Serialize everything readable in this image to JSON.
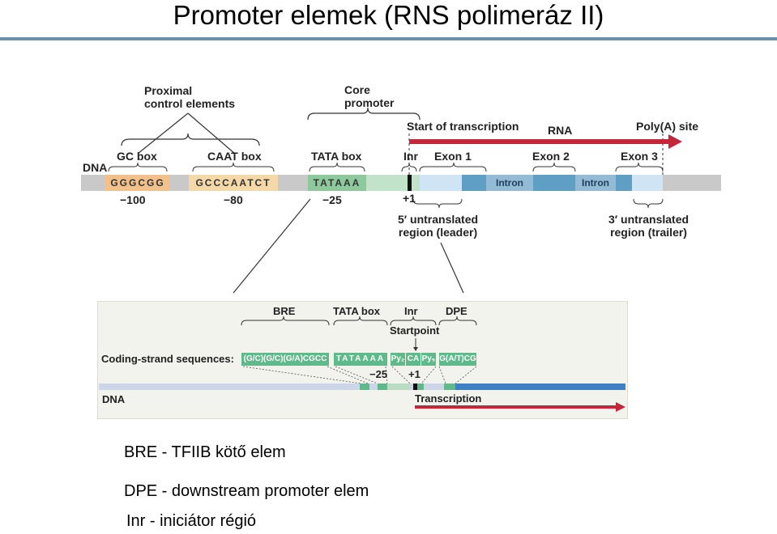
{
  "slide": {
    "title": "Promoter elemek  (RNS polimeráz II)",
    "notes": [
      "BRE - TFIIB kötő elem",
      "DPE - downstream promoter elem",
      "Inr - iniciátor régió"
    ]
  },
  "top_diagram": {
    "proximal_label": "Proximal\ncontrol elements",
    "core_label": "Core\npromoter",
    "start_label": "Start of transcription",
    "rna_label": "RNA",
    "polya_label": "Poly(A) site",
    "dna_label": "DNA",
    "gc_box": "GC box",
    "caat_box": "CAAT box",
    "tata_box": "TATA box",
    "inr": "Inr",
    "exon1": "Exon 1",
    "exon2": "Exon 2",
    "exon3": "Exon 3",
    "gc_seq": "GGGCGG",
    "caat_seq": "GCCCAATCT",
    "tata_seq": "TATAAA",
    "intron1": "Intron",
    "intron2": "Intron",
    "pos_gc": "−100",
    "pos_caat": "−80",
    "pos_tata": "−25",
    "pos_start": "+1",
    "utr5": "5′ untranslated\nregion (leader)",
    "utr3": "3′ untranslated\nregion (trailer)"
  },
  "bottom_diagram": {
    "bre": "BRE",
    "tata_box": "TATA box",
    "inr": "Inr",
    "dpe": "DPE",
    "startpoint": "Startpoint",
    "coding_label": "Coding-strand sequences:",
    "bre_seq": "(G/C)(G/C)(G/A)CGCC",
    "tata_seq": "TATAAAA",
    "inr_seq_a": "Py₂",
    "inr_seq_b": "CA",
    "inr_seq_c": "Py₅",
    "dpe_seq": "G(A/T)CG",
    "pos_tata": "−25",
    "pos_start": "+1",
    "dna_label": "DNA",
    "transcription_label": "Transcription"
  },
  "colors": {
    "rule": "#6b8eaa",
    "arrow_red": "#c4273a",
    "dna_gray": "#c9c9c9",
    "gc_box_fill": "#f2c08a",
    "caat_box_fill": "#f5d8a8",
    "tata_fill": "#8ec99d",
    "exon_light": "#cfe4f4",
    "intron_blue": "#5f9fc4",
    "green_box": "#5fb98a",
    "dna2_light": "#cdd5e8",
    "dna2_blue": "#3f7fc4"
  }
}
